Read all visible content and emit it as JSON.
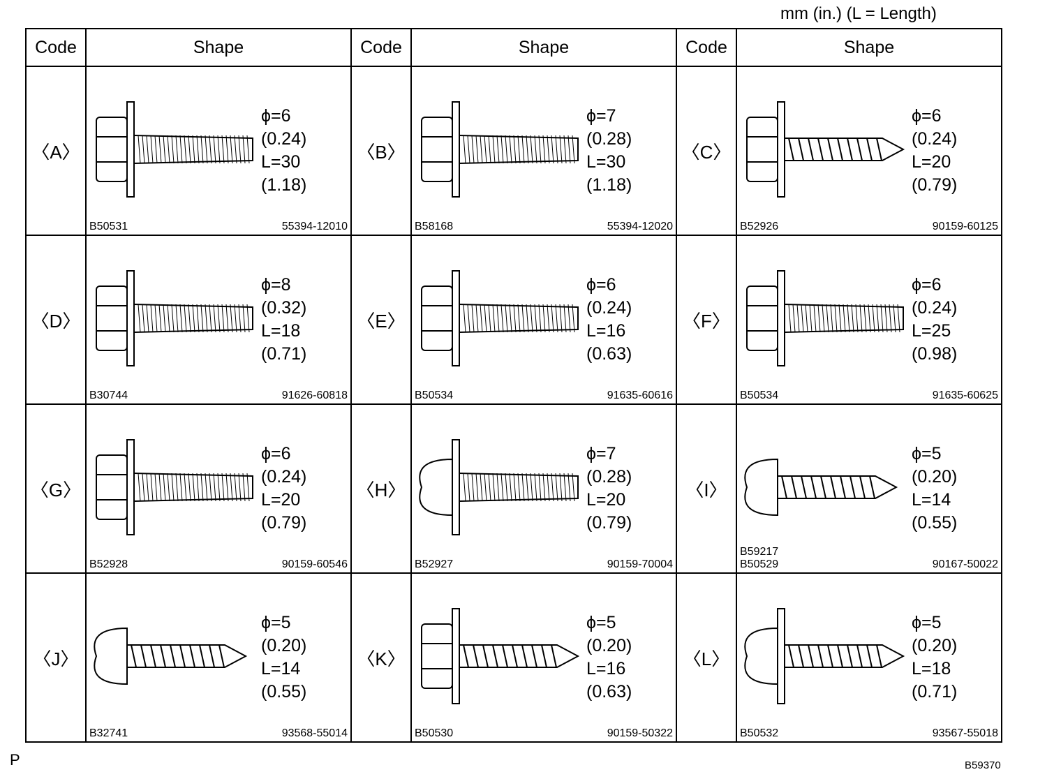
{
  "unit_note": "mm (in.)    (L = Length)",
  "page_mark": "P",
  "ref_mark": "B59370",
  "headers": {
    "code": "Code",
    "shape": "Shape"
  },
  "rows": [
    [
      {
        "code": "〈A〉",
        "dia": "ϕ=6",
        "dia_in": "(0.24)",
        "len": "L=30",
        "len_in": "(1.18)",
        "img_code": "B50531",
        "part_no": "55394-12010",
        "icon": "flange-hex-bolt-icon"
      },
      {
        "code": "〈B〉",
        "dia": "ϕ=7",
        "dia_in": "(0.28)",
        "len": "L=30",
        "len_in": "(1.18)",
        "img_code": "B58168",
        "part_no": "55394-12020",
        "icon": "flange-hex-bolt-icon"
      },
      {
        "code": "〈C〉",
        "dia": "ϕ=6",
        "dia_in": "(0.24)",
        "len": "L=20",
        "len_in": "(0.79)",
        "img_code": "B52926",
        "part_no": "90159-60125",
        "icon": "hex-washer-tapping-screw-icon"
      }
    ],
    [
      {
        "code": "〈D〉",
        "dia": "ϕ=8",
        "dia_in": "(0.32)",
        "len": "L=18",
        "len_in": "(0.71)",
        "img_code": "B30744",
        "part_no": "91626-60818",
        "icon": "hex-washer-bolt-icon"
      },
      {
        "code": "〈E〉",
        "dia": "ϕ=6",
        "dia_in": "(0.24)",
        "len": "L=16",
        "len_in": "(0.63)",
        "img_code": "B50534",
        "part_no": "91635-60616",
        "icon": "hex-washer-bolt-icon"
      },
      {
        "code": "〈F〉",
        "dia": "ϕ=6",
        "dia_in": "(0.24)",
        "len": "L=25",
        "len_in": "(0.98)",
        "img_code": "B50534",
        "part_no": "91635-60625",
        "icon": "hex-washer-bolt-icon"
      }
    ],
    [
      {
        "code": "〈G〉",
        "dia": "ϕ=6",
        "dia_in": "(0.24)",
        "len": "L=20",
        "len_in": "(0.79)",
        "img_code": "B52928",
        "part_no": "90159-60546",
        "icon": "hex-washer-bolt-icon"
      },
      {
        "code": "〈H〉",
        "dia": "ϕ=7",
        "dia_in": "(0.28)",
        "len": "L=20",
        "len_in": "(0.79)",
        "img_code": "B52927",
        "part_no": "90159-70004",
        "icon": "pan-washer-bolt-icon"
      },
      {
        "code": "〈I〉",
        "dia": "ϕ=5",
        "dia_in": "(0.20)",
        "len": "L=14",
        "len_in": "(0.55)",
        "img_code": "B59217\nB50529",
        "part_no": "90167-50022",
        "icon": "pan-tapping-screw-icon"
      }
    ],
    [
      {
        "code": "〈J〉",
        "dia": "ϕ=5",
        "dia_in": "(0.20)",
        "len": "L=14",
        "len_in": "(0.55)",
        "img_code": "B32741",
        "part_no": "93568-55014",
        "icon": "pan-coarse-screw-icon"
      },
      {
        "code": "〈K〉",
        "dia": "ϕ=5",
        "dia_in": "(0.20)",
        "len": "L=16",
        "len_in": "(0.63)",
        "img_code": "B50530",
        "part_no": "90159-50322",
        "icon": "hex-washer-tapping-screw-icon"
      },
      {
        "code": "〈L〉",
        "dia": "ϕ=5",
        "dia_in": "(0.20)",
        "len": "L=18",
        "len_in": "(0.71)",
        "img_code": "B50532",
        "part_no": "93567-55018",
        "icon": "pan-washer-tapping-screw-icon"
      }
    ]
  ]
}
